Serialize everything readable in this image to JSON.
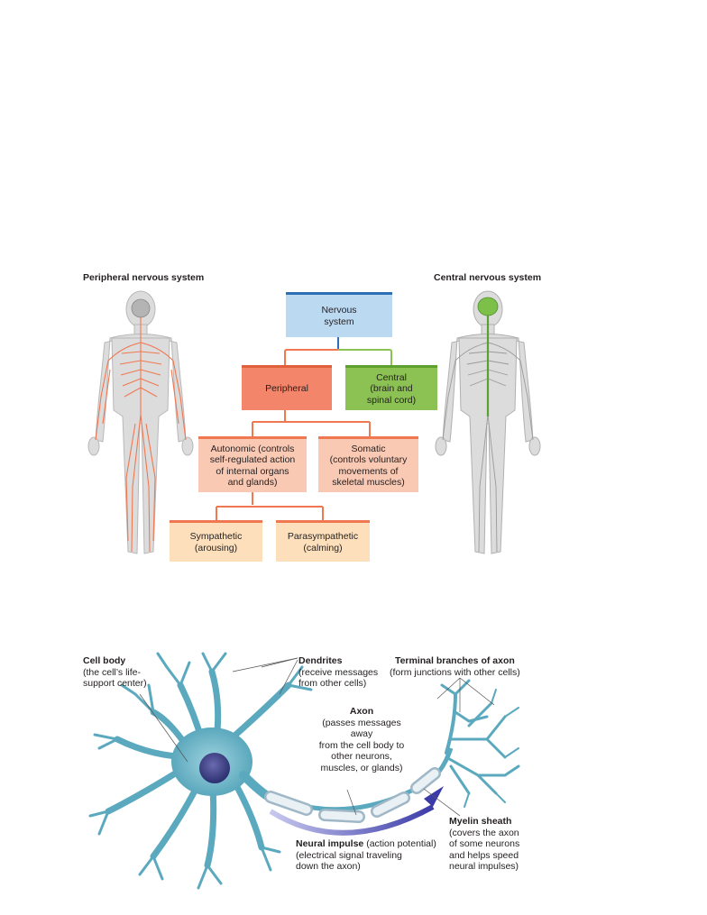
{
  "ns": {
    "peripheral_title": "Peripheral nervous system",
    "central_title": "Central nervous system",
    "nervous_system": "Nervous\nsystem",
    "peripheral": "Peripheral",
    "central": "Central\n(brain and\nspinal cord)",
    "autonomic": "Autonomic (controls\nself-regulated action\nof internal organs\nand glands)",
    "somatic": "Somatic\n(controls voluntary\nmovements of\nskeletal muscles)",
    "sympathetic": "Sympathetic\n(arousing)",
    "parasympathetic": "Parasympathetic\n(calming)"
  },
  "neuron": {
    "cell_body_title": "Cell body",
    "cell_body_desc": "(the cell’s life-\nsupport center)",
    "dendrites_title": "Dendrites",
    "dendrites_desc": "(receive messages\nfrom other cells)",
    "terminal_title": "Terminal branches of axon",
    "terminal_desc": "(form junctions with other cells)",
    "axon_title": "Axon",
    "axon_desc": "(passes messages away\nfrom the cell body to\nother neurons,\nmuscles, or glands)",
    "myelin_title": "Myelin sheath",
    "myelin_desc": "(covers the axon\nof some neurons\nand helps speed\nneural impulses)",
    "impulse_title": "Neural impulse",
    "impulse_rest": " (action potential)",
    "impulse_desc": "(electrical signal traveling\ndown the axon)"
  },
  "colors": {
    "nervous_box": "#bcd9f2",
    "peripheral_box": "#f2856a",
    "central_box": "#8cc153",
    "mid_box": "#f9c9b4",
    "low_box": "#fde0bb",
    "peripheral_nerves": "#f07850",
    "central_nerves": "#6aab3a",
    "neuron": "#5ba9be"
  }
}
